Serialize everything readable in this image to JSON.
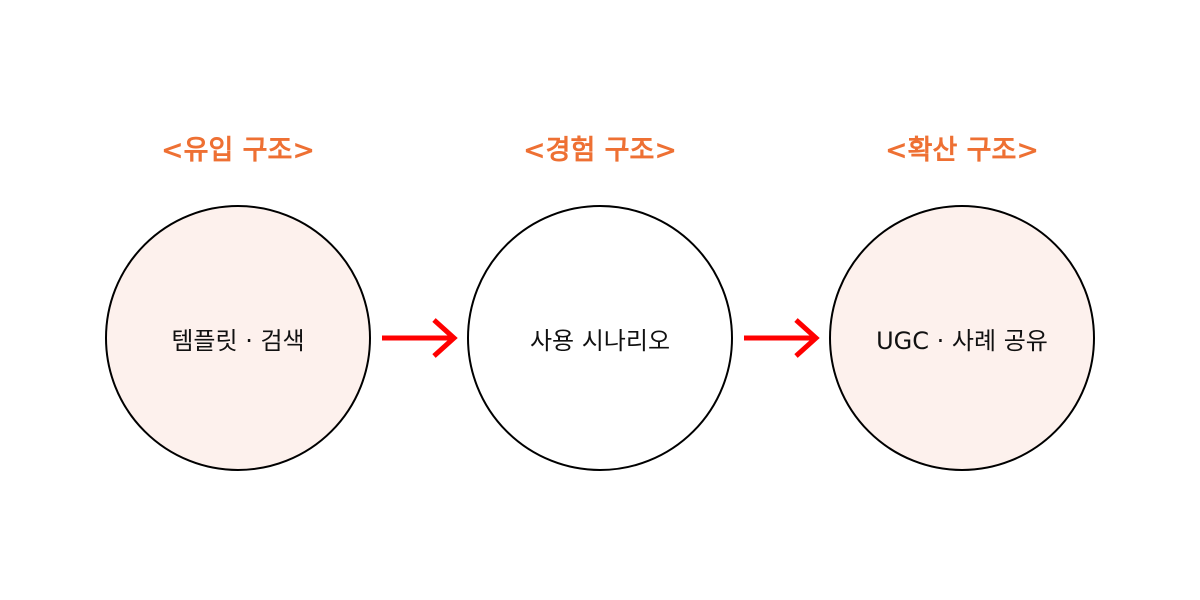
{
  "stages": [
    {
      "title": "<유입 구조>",
      "label": "템플릿 · 검색",
      "fill": "#fdf1ed"
    },
    {
      "title": "<경험 구조>",
      "label": "사용 시나리오",
      "fill": "#ffffff"
    },
    {
      "title": "<확산 구조>",
      "label": "UGC · 사례 공유",
      "fill": "#fdf1ed"
    }
  ],
  "colors": {
    "title": "#ee7033",
    "arrow": "#ff0000"
  }
}
